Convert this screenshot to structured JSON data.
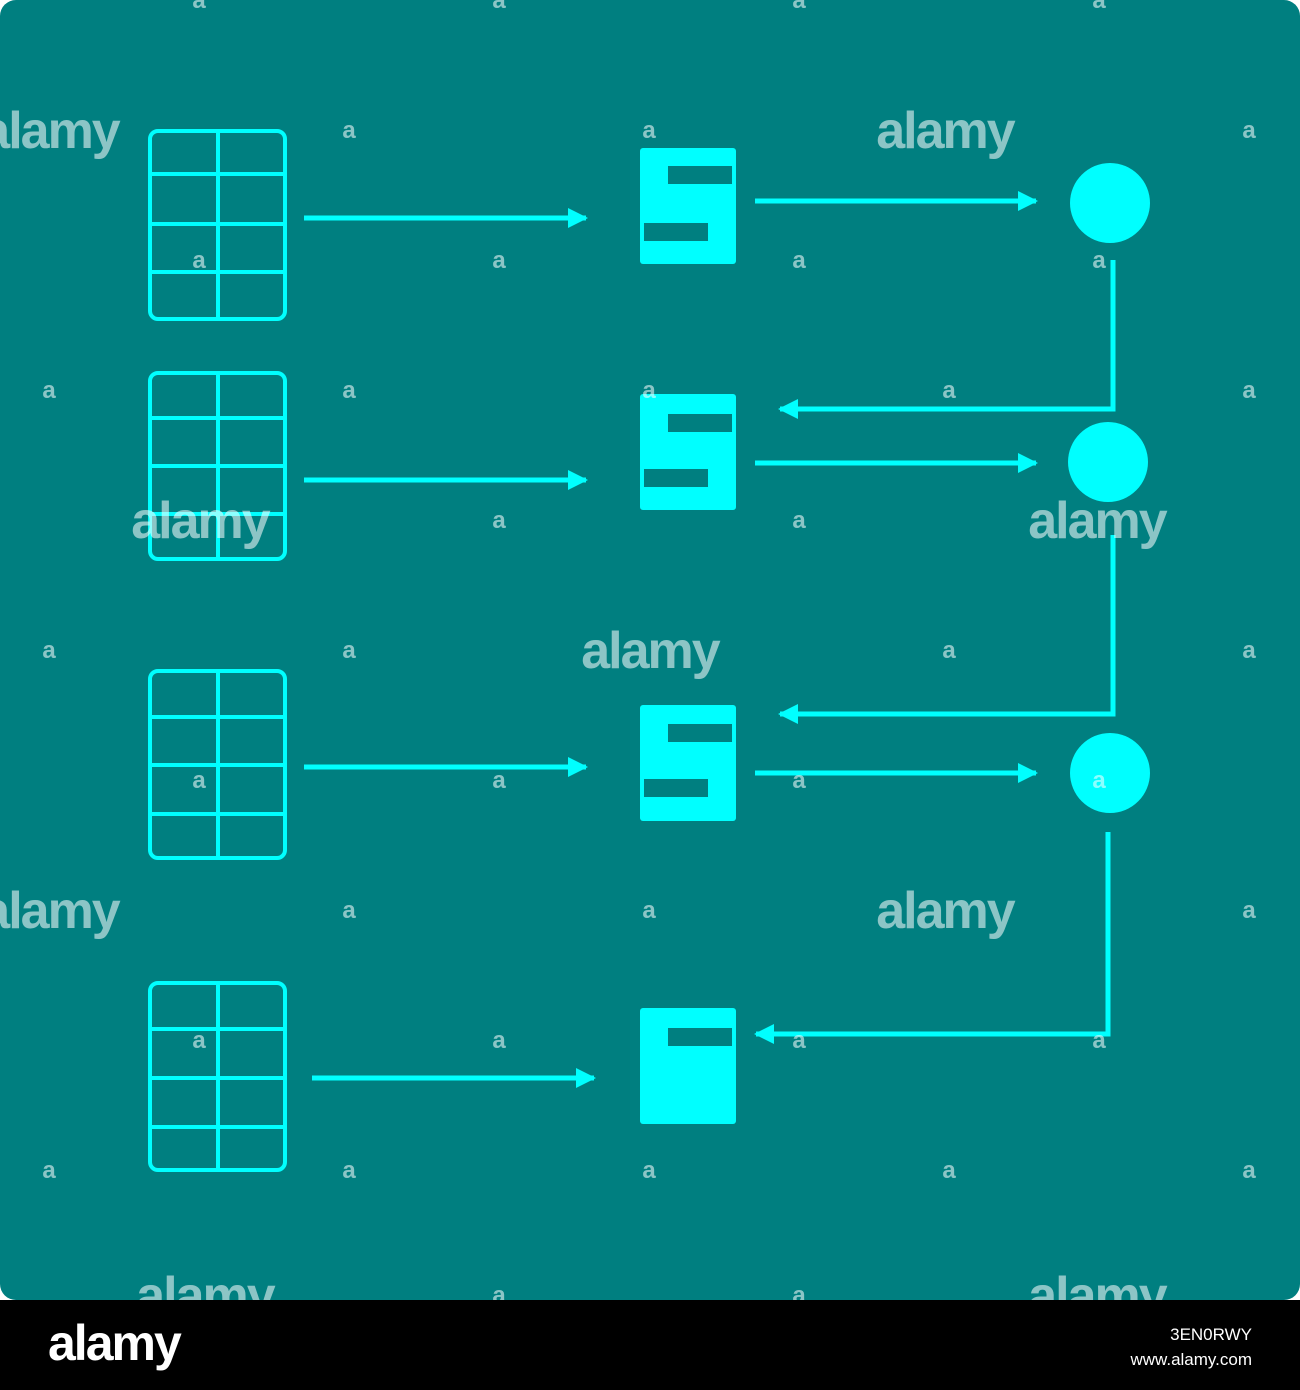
{
  "colors": {
    "background": "#007f80",
    "accent": "#00ffff",
    "footer": "#000000",
    "footer_text": "#ffffff"
  },
  "diagram": {
    "rows": 4,
    "left_items": [
      "table-icon",
      "table-icon",
      "table-icon",
      "table-icon"
    ],
    "middle_items": [
      "document-icon",
      "document-icon",
      "document-icon",
      "document-icon"
    ],
    "right_items": [
      "node-circle",
      "node-circle",
      "node-circle"
    ]
  },
  "watermark": {
    "word": "alamy",
    "letter": "a"
  },
  "footer": {
    "logo": "alamy",
    "image_id": "3EN0RWY",
    "site": "www.alamy.com"
  }
}
